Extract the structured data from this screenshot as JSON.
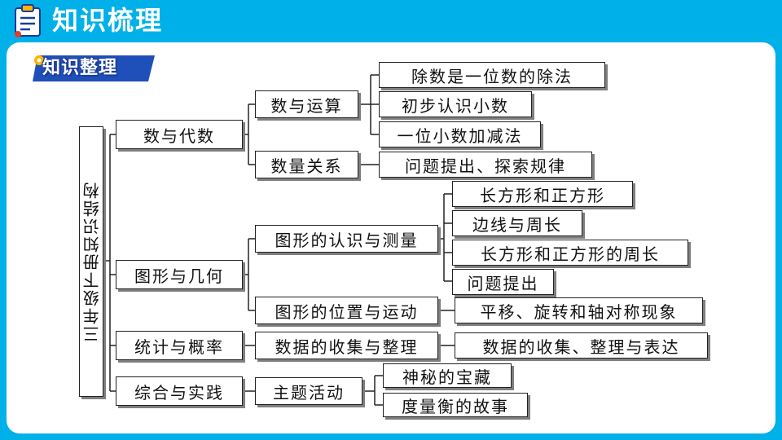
{
  "header": {
    "title": "知识梳理",
    "icon": "clipboard-icon"
  },
  "badge": {
    "label": "知识整理"
  },
  "colors": {
    "background": "#00b0e8",
    "badge": "#1f4fb8",
    "line": "#222222"
  },
  "tree": {
    "root": "三年级下册知识结构",
    "l1": [
      "数与代数",
      "图形与几何",
      "统计与概率",
      "综合与实践"
    ],
    "l2": [
      "数与运算",
      "数量关系",
      "图形的认识与测量",
      "图形的位置与运动",
      "数据的收集与整理",
      "主题活动"
    ],
    "l3": [
      "除数是一位数的除法",
      "初步认识小数",
      "一位小数加减法",
      "问题提出、探索规律",
      "长方形和正方形",
      "边线与周长",
      "长方形和正方形的周长",
      "问题提出",
      "平移、旋转和轴对称现象",
      "数据的收集、整理与表达",
      "神秘的宝藏",
      "度量衡的故事"
    ]
  }
}
